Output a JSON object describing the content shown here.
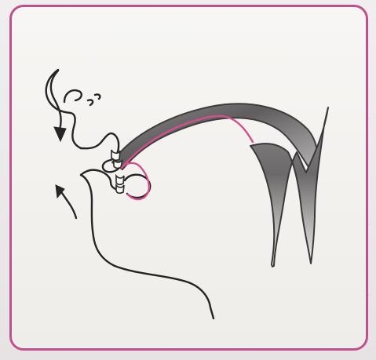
{
  "diagram": {
    "parts": [
      "nose",
      "nasal-airflow-arrow",
      "oral-airflow-arrow",
      "upper-lip",
      "lower-lip",
      "upper-teeth",
      "lower-teeth",
      "palate",
      "tongue",
      "throat",
      "lower-jaw-and-neck"
    ],
    "colors": {
      "border": "#c14f8c",
      "tongue_outline": "#d24f8a",
      "outline": "#252424",
      "shading_dark": "#666666",
      "shading_light": "#e8e8e8"
    }
  }
}
